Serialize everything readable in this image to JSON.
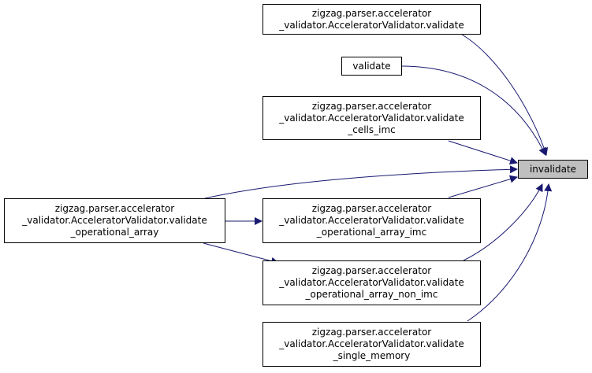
{
  "colors": {
    "edge": "#191970",
    "node_border": "#000000",
    "node_fill": "#ffffff",
    "target_fill": "#bfbfbf"
  },
  "nodes": {
    "invalidate": {
      "lines": [
        "invalidate"
      ]
    },
    "validate_qualified": {
      "lines": [
        "zigzag.parser.accelerator",
        "_validator.AcceleratorValidator.validate"
      ]
    },
    "validate_short": {
      "lines": [
        "validate"
      ]
    },
    "validate_cells_imc": {
      "lines": [
        "zigzag.parser.accelerator",
        "_validator.AcceleratorValidator.validate",
        "_cells_imc"
      ]
    },
    "validate_operational_array": {
      "lines": [
        "zigzag.parser.accelerator",
        "_validator.AcceleratorValidator.validate",
        "_operational_array"
      ]
    },
    "validate_operational_array_imc": {
      "lines": [
        "zigzag.parser.accelerator",
        "_validator.AcceleratorValidator.validate",
        "_operational_array_imc"
      ]
    },
    "validate_operational_array_non_imc": {
      "lines": [
        "zigzag.parser.accelerator",
        "_validator.AcceleratorValidator.validate",
        "_operational_array_non_imc"
      ]
    },
    "validate_single_memory": {
      "lines": [
        "zigzag.parser.accelerator",
        "_validator.AcceleratorValidator.validate",
        "_single_memory"
      ]
    }
  }
}
